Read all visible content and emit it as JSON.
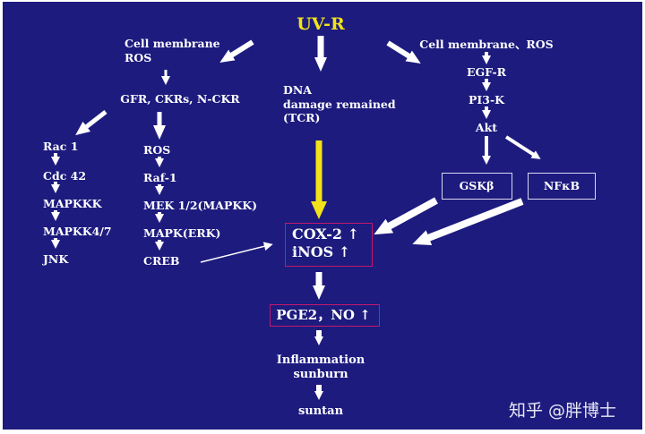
{
  "title": "UV-R",
  "left_branch": {
    "header": "Cell membrane\nROS",
    "receptors": "GFR, CKRs, N-CKR",
    "col1": [
      "Rac 1",
      "Cdc 42",
      "MAPKKK",
      "MAPKK4/7",
      "JNK"
    ],
    "col2": [
      "ROS",
      "Raf-1",
      "MEK 1/2(MAPKK)",
      "MAPK(ERK)",
      "CREB"
    ]
  },
  "center_branch": {
    "dna": "DNA\ndamage remained\n(TCR)"
  },
  "right_branch": {
    "header": "Cell membrane、ROS",
    "chain": [
      "EGF-R",
      "PI3-K",
      "Akt"
    ],
    "gsk": "GSKβ",
    "nfkb": "NFκB"
  },
  "cox_box": {
    "line1": "COX-2 ↑",
    "line2": "iNOS ↑"
  },
  "pge_box": "PGE2，NO ↑",
  "outcomes": {
    "inflammation": "Inflammation\nsunburn",
    "suntan": "suntan"
  },
  "watermark": "知乎 @胖博士",
  "colors": {
    "background": "#1d1b7e",
    "title": "#f2e21a",
    "dna_arrow": "#f2e21a",
    "box_pink": "#c2186e",
    "text": "#ffffff"
  }
}
